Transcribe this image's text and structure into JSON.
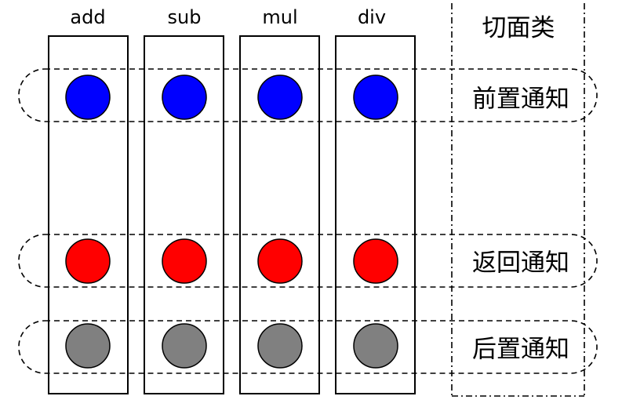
{
  "methods": [
    "add",
    "sub",
    "mul",
    "div"
  ],
  "aspect_title": "切面类",
  "advices": [
    {
      "label": "前置通知",
      "color": "#0000ff"
    },
    {
      "label": "返回通知",
      "color": "#ff0000"
    },
    {
      "label": "后置通知",
      "color": "#808080"
    }
  ],
  "colors": {
    "stroke": "#000000",
    "background": "#ffffff"
  }
}
